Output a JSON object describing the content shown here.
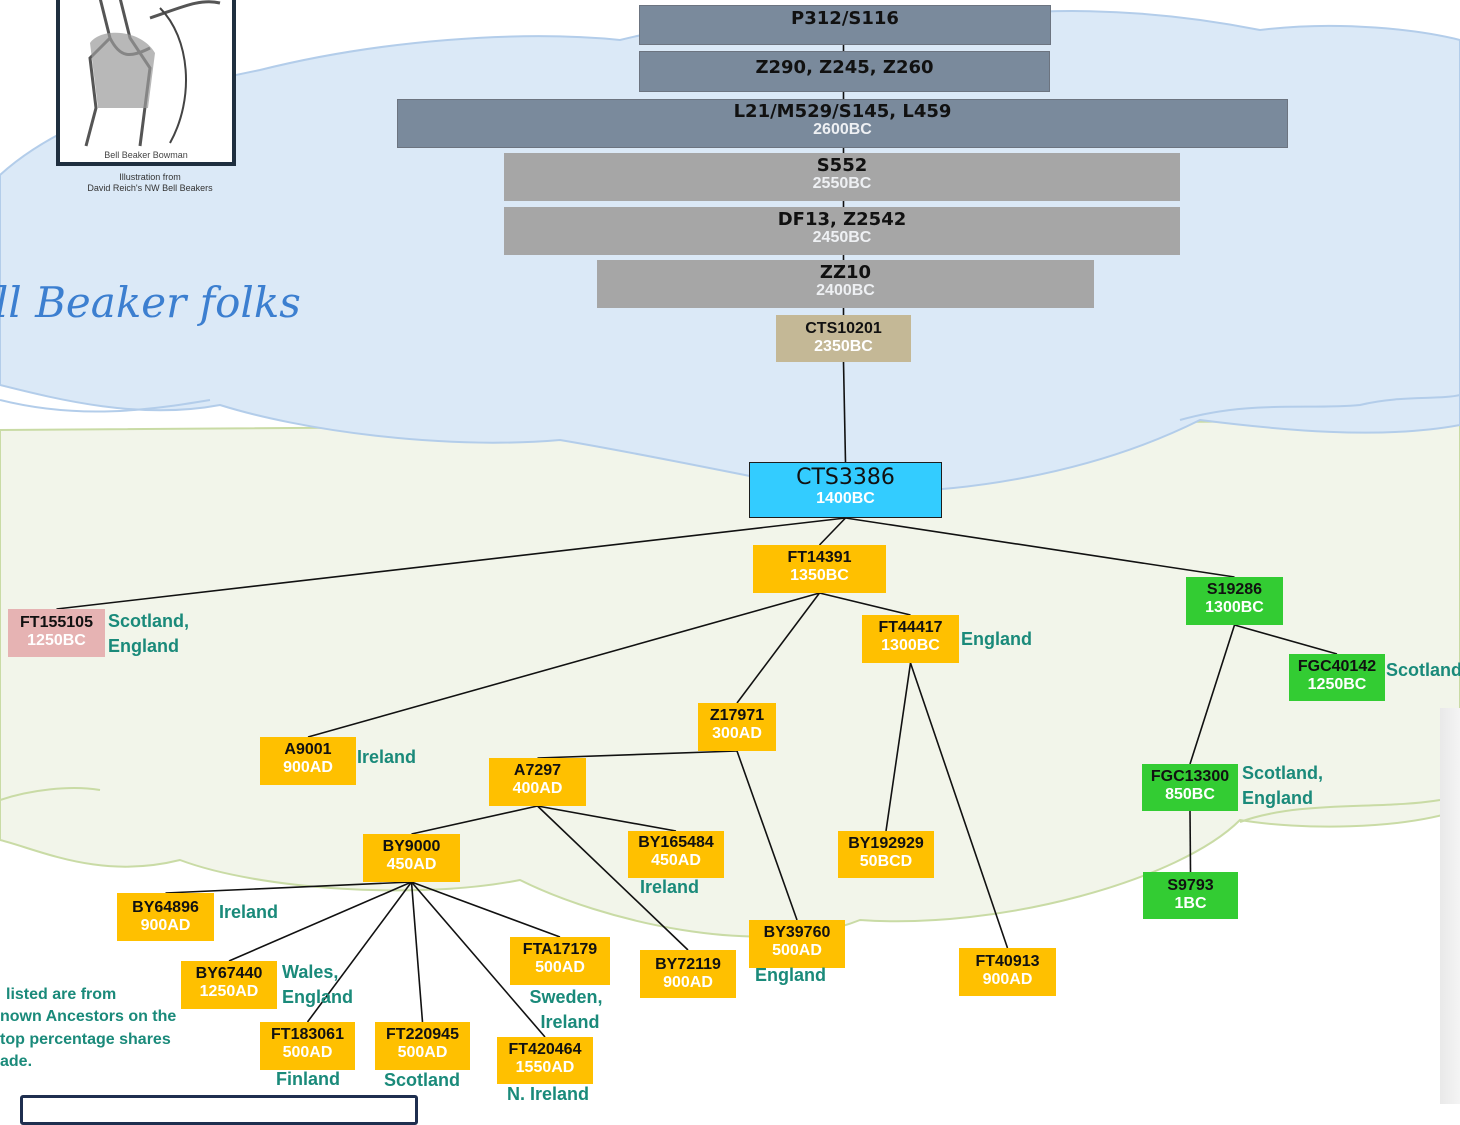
{
  "illustration": {
    "caption": "Bell Beaker Bowman",
    "credit_line1": "Illustration from",
    "credit_line2": "David Reich's NW Bell Beakers"
  },
  "tagline": "ell Beaker folks",
  "note_lines": [
    "listed are from",
    "nown Ancestors on the",
    " top percentage shares",
    "ade."
  ],
  "trunk": [
    {
      "id": "p312",
      "code": "P312/S116",
      "date": ""
    },
    {
      "id": "z290",
      "code": "Z290, Z245, Z260",
      "date": ""
    },
    {
      "id": "l21",
      "code": "L21/M529/S145, L459",
      "date": "2600BC"
    },
    {
      "id": "s552",
      "code": "S552",
      "date": "2550BC"
    },
    {
      "id": "df13",
      "code": "DF13, Z2542",
      "date": "2450BC"
    },
    {
      "id": "zz10",
      "code": "ZZ10",
      "date": "2400BC"
    }
  ],
  "nodes": {
    "cts10201": {
      "code": "CTS10201",
      "date": "2350BC"
    },
    "cts3386": {
      "code": "CTS3386",
      "date": "1400BC"
    },
    "ft155105": {
      "code": "FT155105",
      "date": "1250BC",
      "place": [
        "Scotland,",
        "England"
      ]
    },
    "ft14391": {
      "code": "FT14391",
      "date": "1350BC"
    },
    "s19286": {
      "code": "S19286",
      "date": "1300BC"
    },
    "ft44417": {
      "code": "FT44417",
      "date": "1300BC",
      "place": [
        "England"
      ]
    },
    "fgc40142": {
      "code": "FGC40142",
      "date": "1250BC",
      "place": [
        "Scotland"
      ]
    },
    "z17971": {
      "code": "Z17971",
      "date": "300AD"
    },
    "a9001": {
      "code": "A9001",
      "date": "900AD",
      "place": [
        "Ireland"
      ]
    },
    "a7297": {
      "code": "A7297",
      "date": "400AD"
    },
    "fgc13300": {
      "code": "FGC13300",
      "date": "850BC",
      "place": [
        "Scotland,",
        "England"
      ]
    },
    "by9000": {
      "code": "BY9000",
      "date": "450AD"
    },
    "by165484": {
      "code": "BY165484",
      "date": "450AD",
      "place": [
        "Ireland"
      ]
    },
    "by192929": {
      "code": "BY192929",
      "date": "50BCD"
    },
    "s9793": {
      "code": "S9793",
      "date": "1BC"
    },
    "by64896": {
      "code": "BY64896",
      "date": "900AD",
      "place": [
        "Ireland"
      ]
    },
    "by39760": {
      "code": "BY39760",
      "date": "500AD",
      "place": [
        "England"
      ]
    },
    "fta17179": {
      "code": "FTA17179",
      "date": "500AD",
      "place": [
        "Sweden,",
        "Ireland"
      ]
    },
    "by72119": {
      "code": "BY72119",
      "date": "900AD"
    },
    "ft40913": {
      "code": "FT40913",
      "date": "900AD"
    },
    "by67440": {
      "code": "BY67440",
      "date": "1250AD",
      "place": [
        "Wales,",
        "England"
      ]
    },
    "ft183061": {
      "code": "FT183061",
      "date": "500AD",
      "place": [
        "Finland"
      ]
    },
    "ft220945": {
      "code": "FT220945",
      "date": "500AD",
      "place": [
        "Scotland"
      ]
    },
    "ft420464": {
      "code": "FT420464",
      "date": "1550AD",
      "place": [
        "N. Ireland"
      ]
    }
  },
  "edges": [
    [
      "cts10201",
      "cts3386"
    ],
    [
      "cts3386",
      "ft155105"
    ],
    [
      "cts3386",
      "ft14391"
    ],
    [
      "cts3386",
      "s19286"
    ],
    [
      "ft14391",
      "a9001"
    ],
    [
      "ft14391",
      "z17971"
    ],
    [
      "ft14391",
      "ft44417"
    ],
    [
      "ft44417",
      "by192929"
    ],
    [
      "ft44417",
      "ft40913"
    ],
    [
      "z17971",
      "a7297"
    ],
    [
      "z17971",
      "by39760"
    ],
    [
      "a7297",
      "by9000"
    ],
    [
      "a7297",
      "by165484"
    ],
    [
      "a7297",
      "by72119"
    ],
    [
      "by9000",
      "by64896"
    ],
    [
      "by9000",
      "by67440"
    ],
    [
      "by9000",
      "ft183061"
    ],
    [
      "by9000",
      "ft220945"
    ],
    [
      "by9000",
      "ft420464"
    ],
    [
      "by9000",
      "fta17179"
    ],
    [
      "s19286",
      "fgc40142"
    ],
    [
      "s19286",
      "fgc13300"
    ],
    [
      "fgc13300",
      "s9793"
    ]
  ],
  "colors": {
    "sky": "#dbe9f7",
    "ground": "#f2f5ea",
    "leaf": "#ffc000",
    "green": "#33cc33",
    "place_text": "#1a8a7a",
    "tagline": "#3c7fd0",
    "highlight": "#33ccff"
  }
}
